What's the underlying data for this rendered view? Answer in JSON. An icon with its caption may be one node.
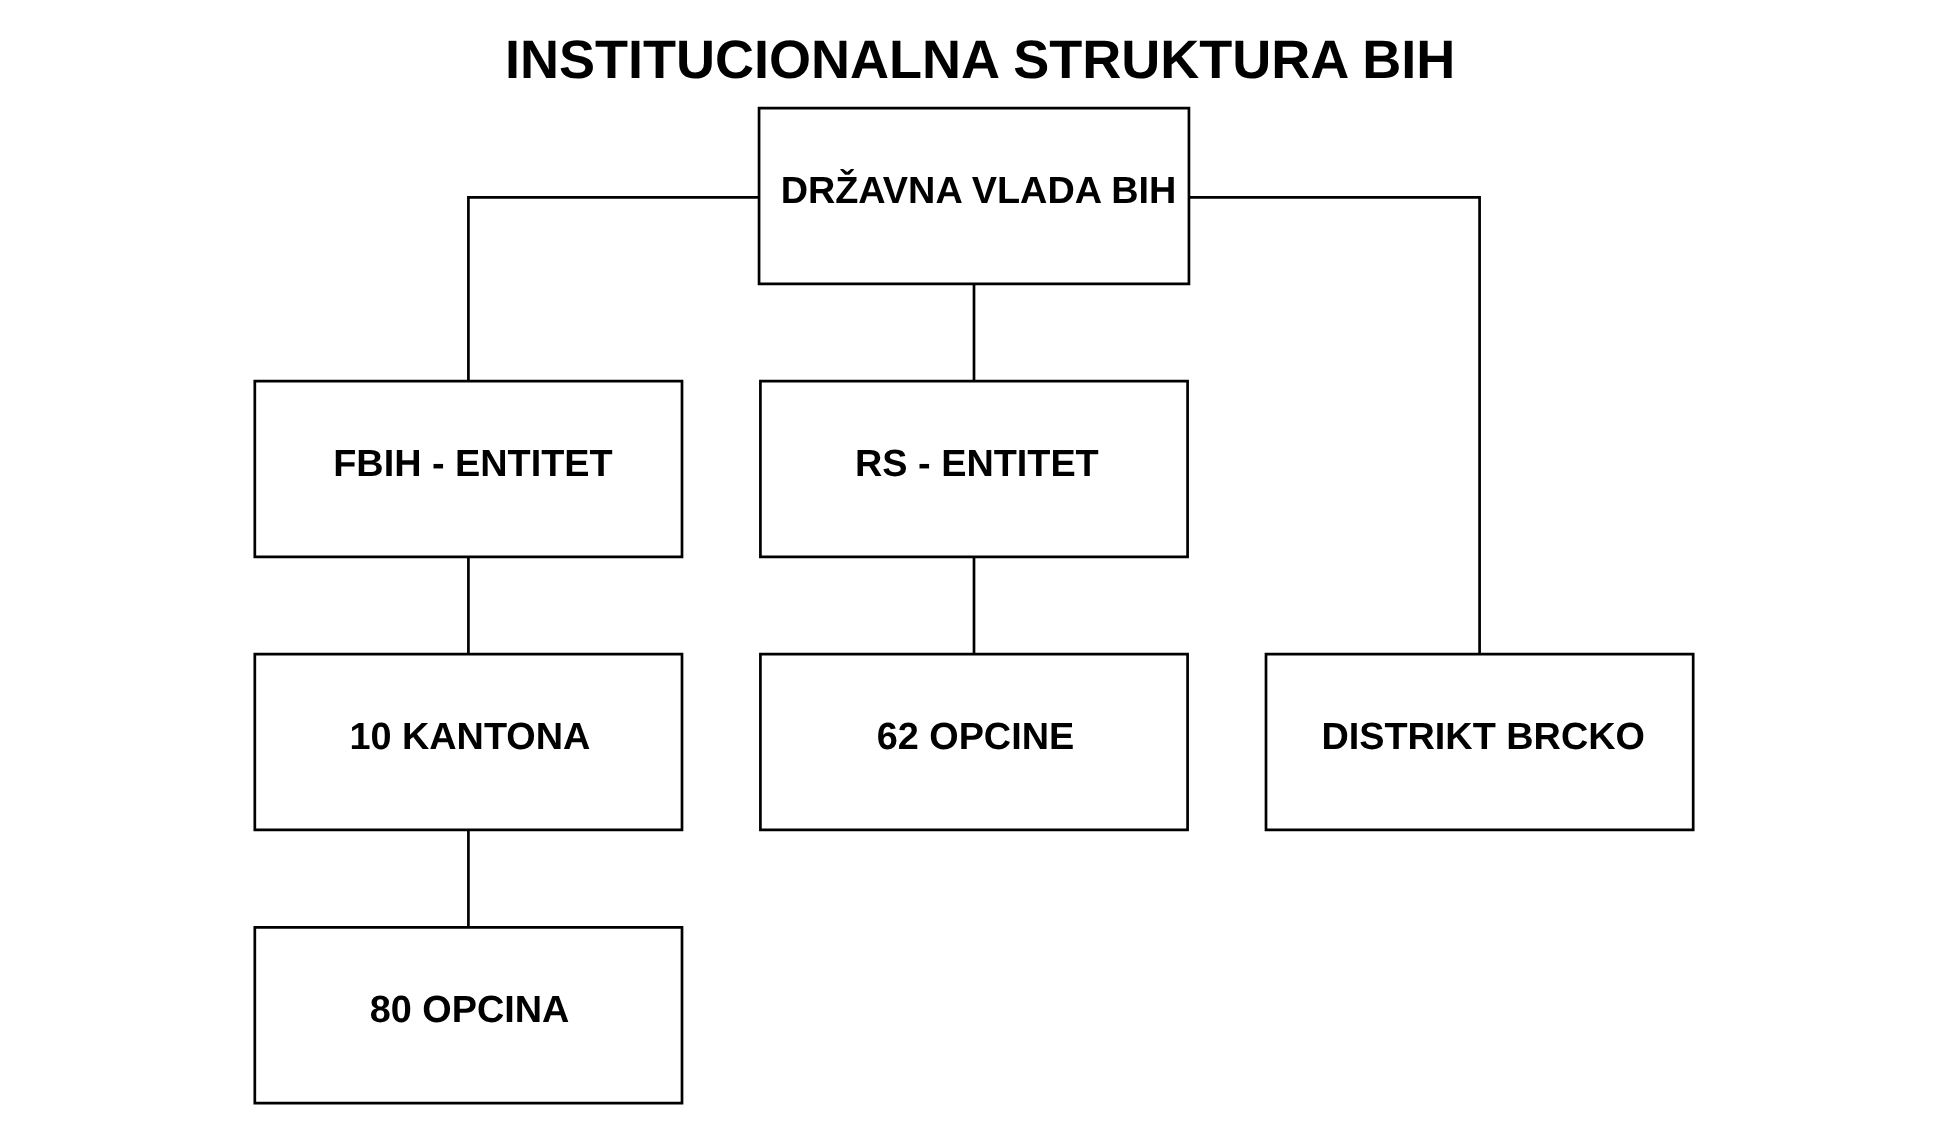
{
  "diagram": {
    "title": "INSTITUCIONALNA STRUKTURA BIH",
    "nodes": [
      {
        "text": [
          "DRŽAVNA VLADA BIH"
        ]
      },
      {
        "text": [
          "FBIH - ENTITET"
        ]
      },
      {
        "text": [
          "RS - ENTITET"
        ]
      },
      {
        "text": [
          "DISTRIKT BRCKO"
        ]
      },
      {
        "text": [
          "10 KANTONA"
        ]
      },
      {
        "text": [
          "80 OPCINA"
        ]
      },
      {
        "text": [
          "62 OPCINE"
        ]
      }
    ],
    "edges": [
      {
        "from": 0,
        "to": 1,
        "arrow": "none"
      },
      {
        "from": 0,
        "to": 2,
        "arrow": "none"
      },
      {
        "from": 0,
        "to": 3,
        "arrow": "none"
      },
      {
        "from": 1,
        "to": 4,
        "arrow": "none"
      },
      {
        "from": 4,
        "to": 5,
        "arrow": "none"
      },
      {
        "from": 2,
        "to": 6,
        "arrow": "none"
      }
    ]
  }
}
